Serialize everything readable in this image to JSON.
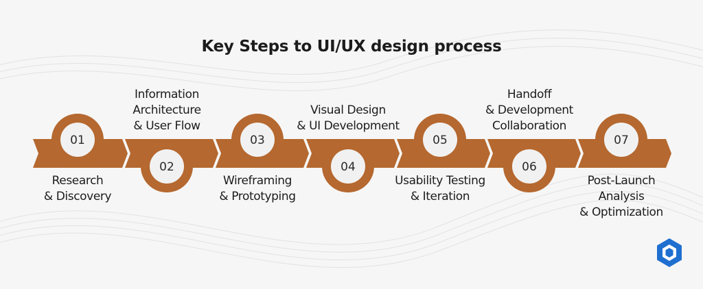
{
  "title": "Key Steps to UI/UX design process",
  "colors": {
    "ribbon": "#b5682f",
    "ring": "#b5682f",
    "badge_fill": "#f1f1f1",
    "logo": "#1f6fd0",
    "text": "#1c1c1c"
  },
  "steps": [
    {
      "number": "01",
      "lines": [
        "Research",
        "& Discovery"
      ],
      "position": "bottom"
    },
    {
      "number": "02",
      "lines": [
        "Information",
        "Architecture",
        "& User Flow"
      ],
      "position": "top"
    },
    {
      "number": "03",
      "lines": [
        "Wireframing",
        "& Prototyping"
      ],
      "position": "bottom"
    },
    {
      "number": "04",
      "lines": [
        "Visual Design",
        "& UI Development"
      ],
      "position": "top"
    },
    {
      "number": "05",
      "lines": [
        "Usability Testing",
        "& Iteration"
      ],
      "position": "bottom"
    },
    {
      "number": "06",
      "lines": [
        "Handoff",
        "& Development",
        "Collaboration"
      ],
      "position": "top"
    },
    {
      "number": "07",
      "lines": [
        "Post-Launch",
        "Analysis",
        "& Optimization"
      ],
      "position": "bottom"
    }
  ],
  "logo_icon": "hexagon-logo-icon"
}
